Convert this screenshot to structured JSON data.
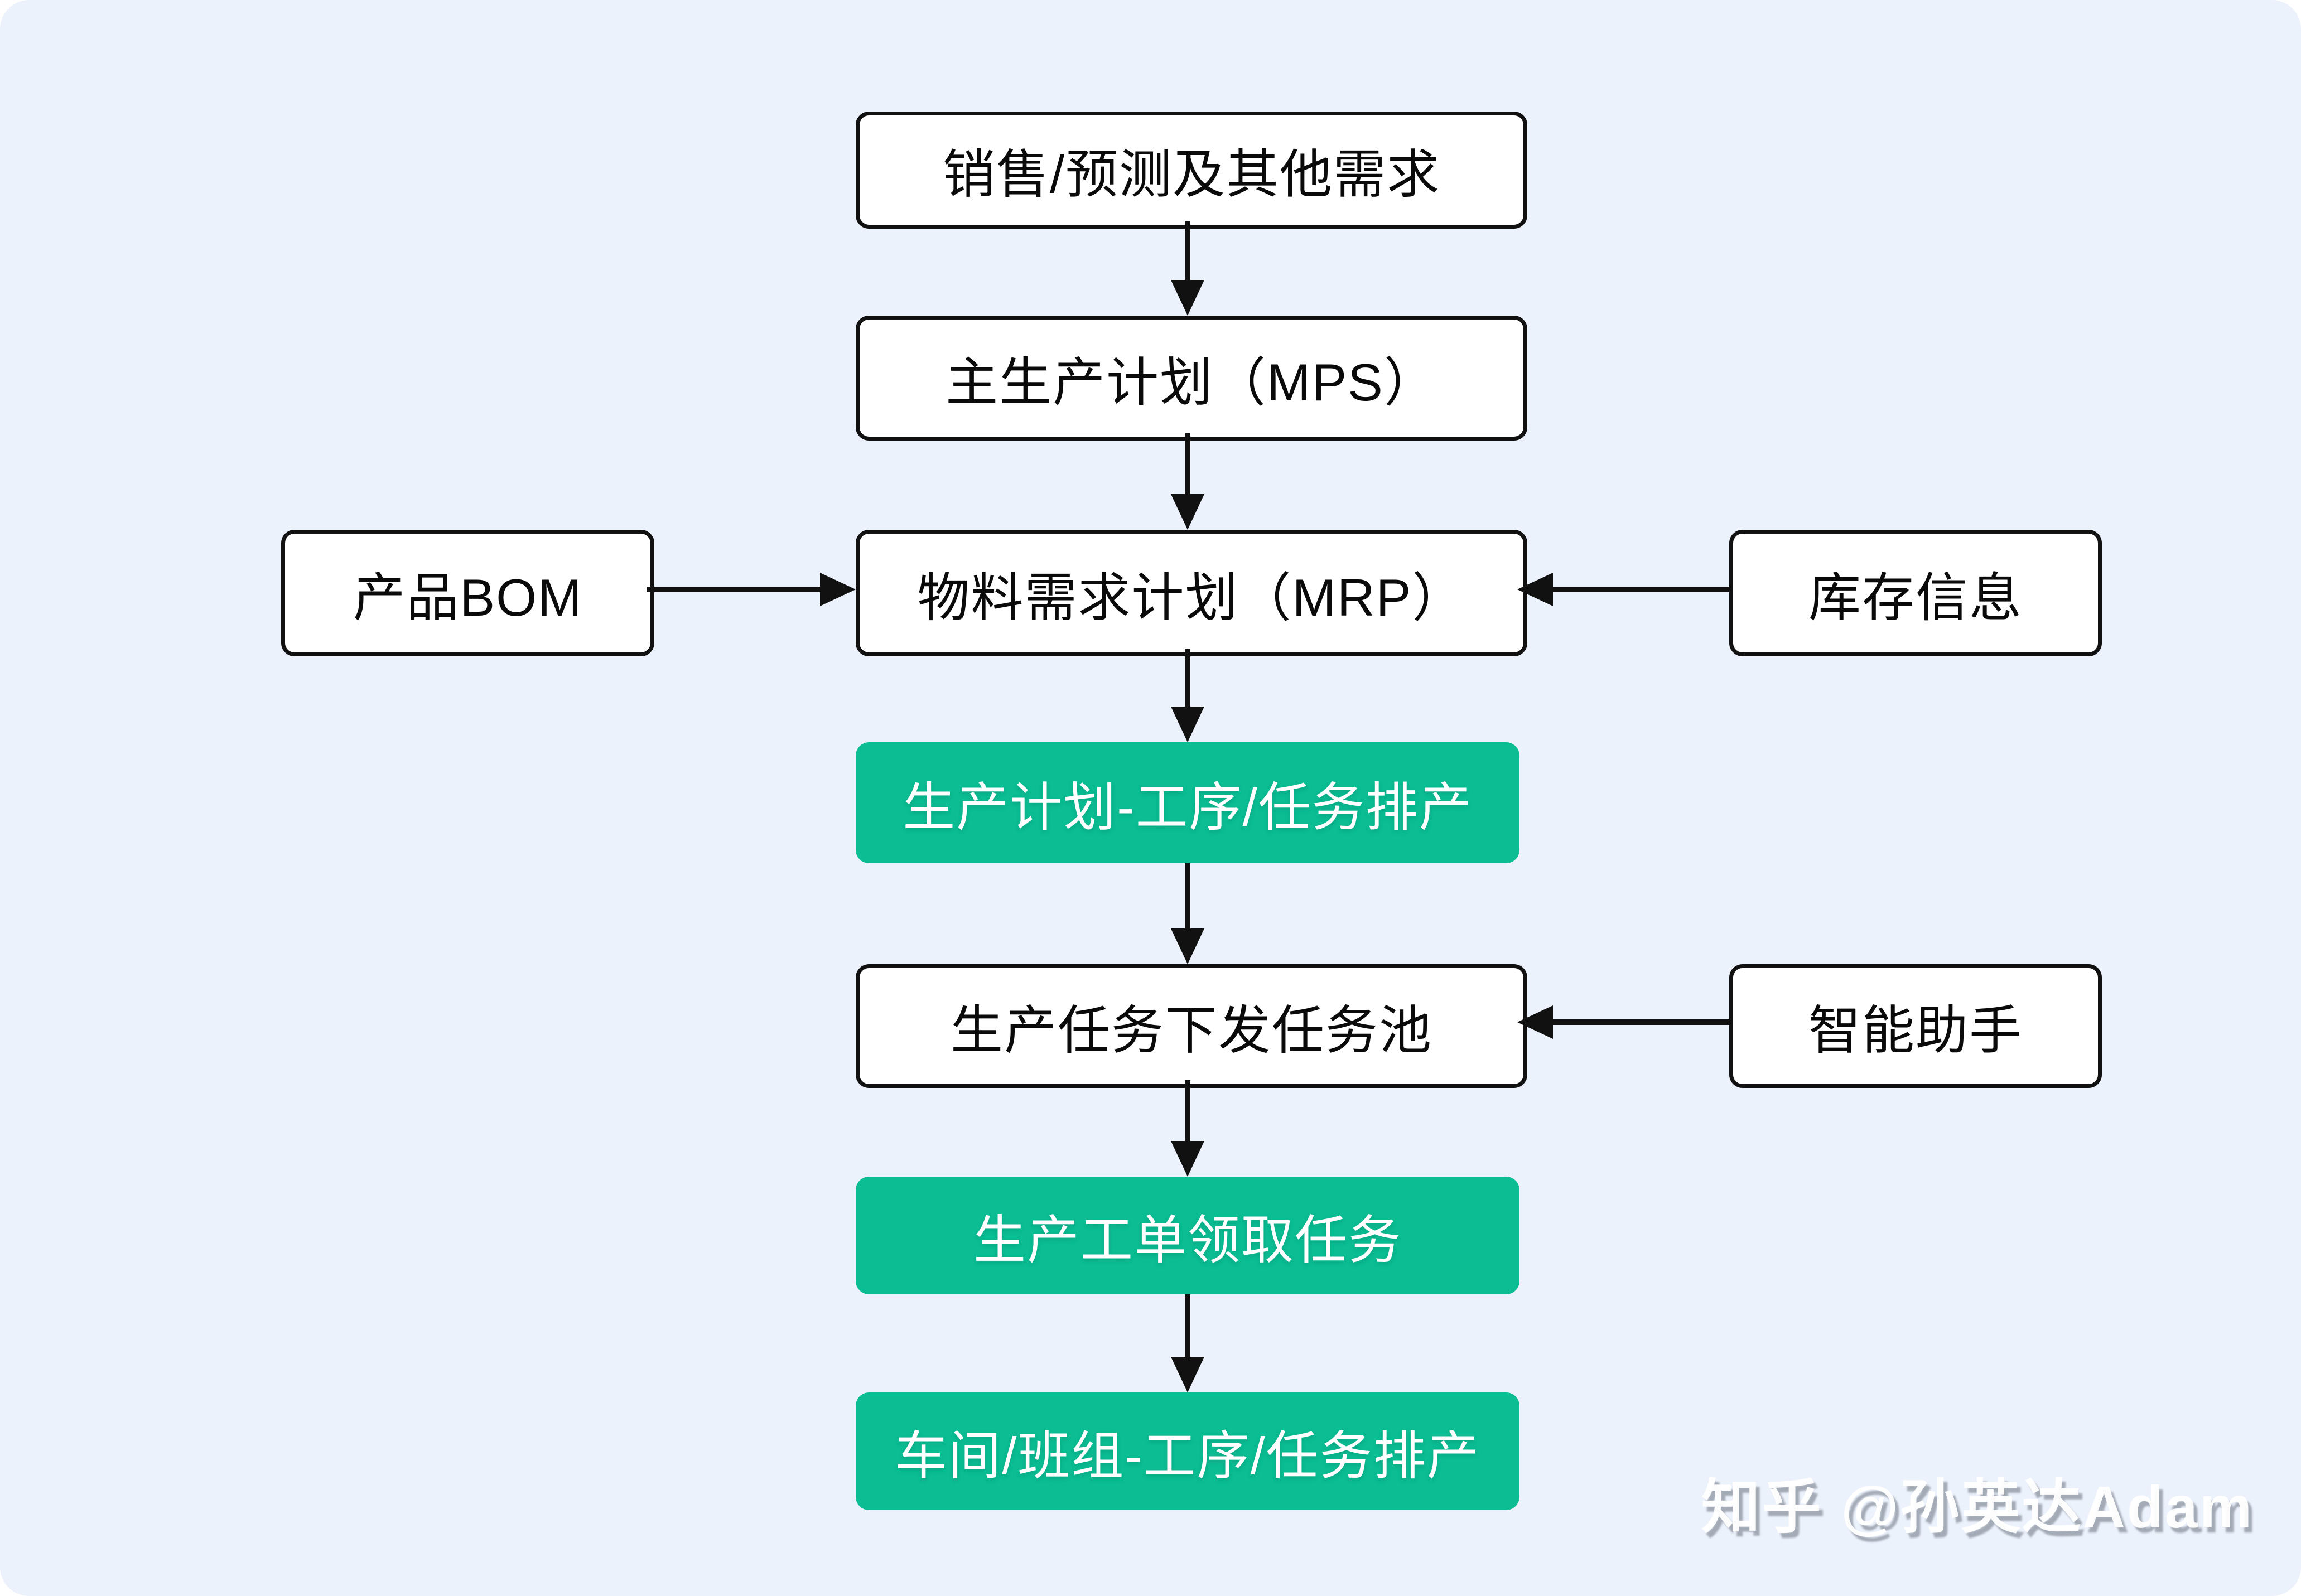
{
  "canvas": {
    "background_color": "#ecf2fb",
    "watermark_text": "知乎 @孙英达Adam"
  },
  "colors": {
    "node_green": "#0abd93",
    "node_white": "#ffffff",
    "stroke_black": "#111111"
  },
  "nodes": {
    "sales_forecast": {
      "label": "销售/预测及其他需求",
      "type": "white"
    },
    "mps": {
      "label": "主生产计划（MPS）",
      "type": "white"
    },
    "product_bom": {
      "label": "产品BOM",
      "type": "white"
    },
    "mrp": {
      "label": "物料需求计划（MRP）",
      "type": "white"
    },
    "inventory_info": {
      "label": "库存信息",
      "type": "white"
    },
    "plan_scheduling": {
      "label": "生产计划-工序/任务排产",
      "type": "green"
    },
    "task_pool": {
      "label": "生产任务下发任务池",
      "type": "white"
    },
    "smart_assistant": {
      "label": "智能助手",
      "type": "white"
    },
    "work_order_claim": {
      "label": "生产工单领取任务",
      "type": "green"
    },
    "workshop_scheduling": {
      "label": "车间/班组-工序/任务排产",
      "type": "green"
    }
  },
  "edges": [
    {
      "from": "sales_forecast",
      "to": "mps",
      "direction": "down"
    },
    {
      "from": "mps",
      "to": "mrp",
      "direction": "down"
    },
    {
      "from": "product_bom",
      "to": "mrp",
      "direction": "right"
    },
    {
      "from": "inventory_info",
      "to": "mrp",
      "direction": "left"
    },
    {
      "from": "mrp",
      "to": "plan_scheduling",
      "direction": "down"
    },
    {
      "from": "plan_scheduling",
      "to": "task_pool",
      "direction": "down"
    },
    {
      "from": "smart_assistant",
      "to": "task_pool",
      "direction": "left"
    },
    {
      "from": "task_pool",
      "to": "work_order_claim",
      "direction": "down"
    },
    {
      "from": "work_order_claim",
      "to": "workshop_scheduling",
      "direction": "down"
    }
  ]
}
